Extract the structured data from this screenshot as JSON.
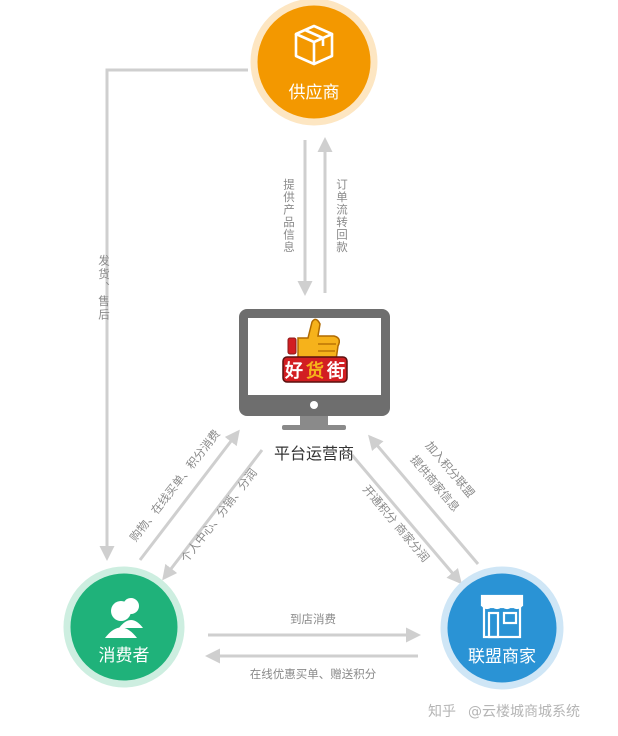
{
  "nodes": {
    "supplier": {
      "label": "供应商",
      "color": "#f39800"
    },
    "platform": {
      "label": "平台运营商"
    },
    "consumer": {
      "label": "消费者",
      "color": "#1fb27a"
    },
    "merchant": {
      "label": "联盟商家",
      "color": "#2a93d5"
    }
  },
  "logo": {
    "chars": [
      "好",
      "货",
      "街"
    ]
  },
  "edges": {
    "supplier_to_platform": "提供产品信息",
    "platform_to_supplier": "订单流转回款",
    "supplier_to_consumer": "发货、售后",
    "consumer_to_platform": "购物、在线买单、积分消费",
    "platform_to_consumer": "个人中心、分销、分润",
    "merchant_to_platform_1": "加入积分联盟",
    "merchant_to_platform_2": "提供商家信息",
    "platform_to_merchant": "开通积分 商家分润",
    "consumer_to_merchant": "到店消费",
    "merchant_to_consumer": "在线优惠买单、赠送积分"
  },
  "watermark": {
    "site": "知乎",
    "author": "@云楼城商城系统"
  },
  "colors": {
    "arrow": "#cfcfcf",
    "monitor": "#6e6e6e"
  }
}
